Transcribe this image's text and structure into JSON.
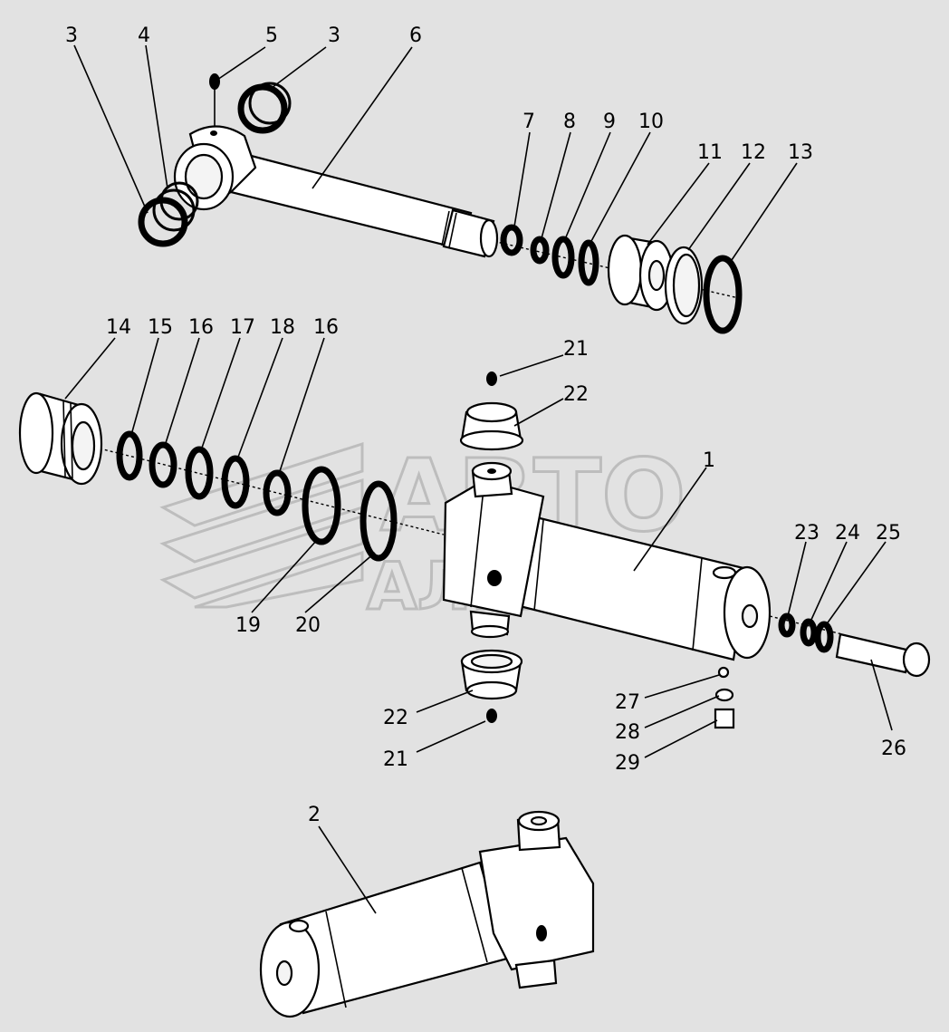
{
  "watermark": {
    "line1": "АВТО",
    "line2": "АЛЬЯНС"
  },
  "callouts": [
    {
      "id": "c-3a",
      "label": "3"
    },
    {
      "id": "c-4",
      "label": "4"
    },
    {
      "id": "c-5",
      "label": "5"
    },
    {
      "id": "c-3b",
      "label": "3"
    },
    {
      "id": "c-6",
      "label": "6"
    },
    {
      "id": "c-7",
      "label": "7"
    },
    {
      "id": "c-8",
      "label": "8"
    },
    {
      "id": "c-9",
      "label": "9"
    },
    {
      "id": "c-10",
      "label": "10"
    },
    {
      "id": "c-11",
      "label": "11"
    },
    {
      "id": "c-12",
      "label": "12"
    },
    {
      "id": "c-13",
      "label": "13"
    },
    {
      "id": "c-14",
      "label": "14"
    },
    {
      "id": "c-15",
      "label": "15"
    },
    {
      "id": "c-16a",
      "label": "16"
    },
    {
      "id": "c-17",
      "label": "17"
    },
    {
      "id": "c-18",
      "label": "18"
    },
    {
      "id": "c-16b",
      "label": "16"
    },
    {
      "id": "c-21a",
      "label": "21"
    },
    {
      "id": "c-22a",
      "label": "22"
    },
    {
      "id": "c-1",
      "label": "1"
    },
    {
      "id": "c-23",
      "label": "23"
    },
    {
      "id": "c-24",
      "label": "24"
    },
    {
      "id": "c-25",
      "label": "25"
    },
    {
      "id": "c-19",
      "label": "19"
    },
    {
      "id": "c-20",
      "label": "20"
    },
    {
      "id": "c-27",
      "label": "27"
    },
    {
      "id": "c-26",
      "label": "26"
    },
    {
      "id": "c-22b",
      "label": "22"
    },
    {
      "id": "c-28",
      "label": "28"
    },
    {
      "id": "c-21b",
      "label": "21"
    },
    {
      "id": "c-29",
      "label": "29"
    },
    {
      "id": "c-2",
      "label": "2"
    }
  ]
}
